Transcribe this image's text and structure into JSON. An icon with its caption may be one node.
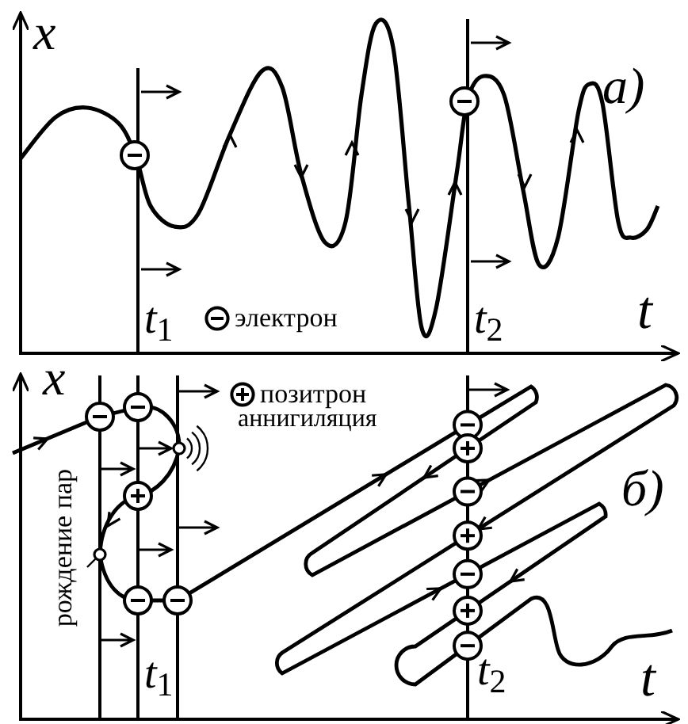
{
  "diagram": {
    "labels": [
      "x",
      "а)",
      "t$_{1}$",
      "t$_{2}$",
      "t",
      "x",
      "аннигиляция",
      "б)",
      "рождение пар",
      "t$_{1}$",
      "t$_{2}$",
      "t"
    ],
    "legend": [
      {
        "text": "электрон"
      },
      {
        "text": "позитрон"
      }
    ]
  }
}
